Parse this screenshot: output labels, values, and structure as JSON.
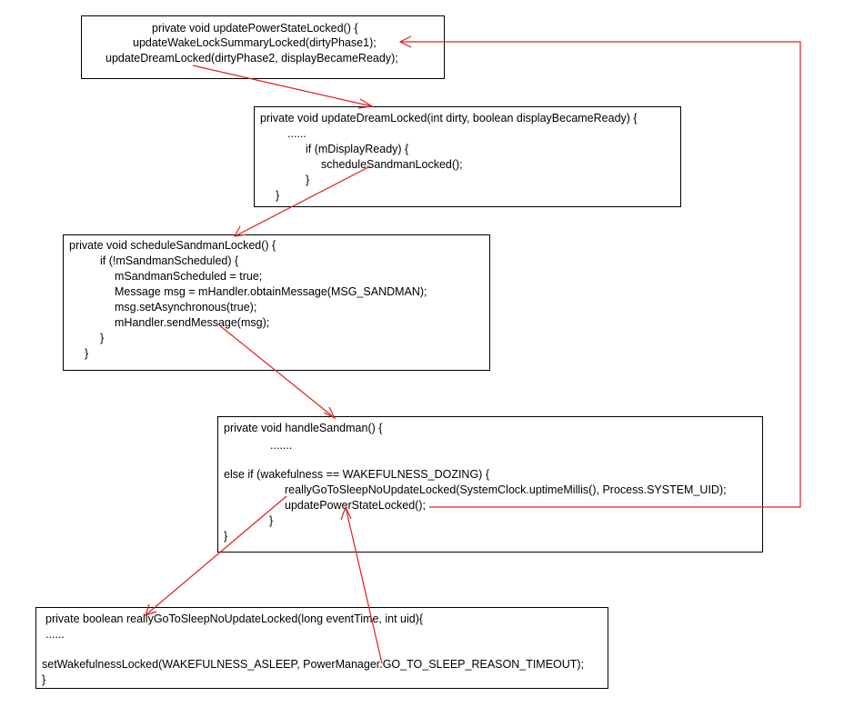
{
  "boxes": {
    "updatePowerState": [
      "private void updatePowerStateLocked() {",
      "updateWakeLockSummaryLocked(dirtyPhase1);",
      "updateDreamLocked(dirtyPhase2, displayBecameReady);"
    ],
    "updateDream": [
      "private void updateDreamLocked(int dirty, boolean displayBecameReady) {",
      "......",
      "if (mDisplayReady) {",
      "scheduleSandmanLocked();",
      "}",
      "}"
    ],
    "scheduleSandman": [
      "private void scheduleSandmanLocked() {",
      "if (!mSandmanScheduled) {",
      "mSandmanScheduled = true;",
      "Message msg = mHandler.obtainMessage(MSG_SANDMAN);",
      "msg.setAsynchronous(true);",
      "mHandler.sendMessage(msg);",
      "}",
      "}"
    ],
    "handleSandman": [
      "private void handleSandman() {",
      ".......",
      "else if (wakefulness == WAKEFULNESS_DOZING) {",
      "reallyGoToSleepNoUpdateLocked(SystemClock.uptimeMillis(), Process.SYSTEM_UID);",
      "updatePowerStateLocked();",
      "}",
      "}"
    ],
    "reallyGoToSleep": [
      "private boolean reallyGoToSleepNoUpdateLocked(long eventTime, int uid){",
      "......",
      "setWakefulnessLocked(WAKEFULNESS_ASLEEP, PowerManager.GO_TO_SLEEP_REASON_TIMEOUT);",
      "}"
    ]
  },
  "colors": {
    "arrow": "#e02020",
    "border": "#000000"
  }
}
